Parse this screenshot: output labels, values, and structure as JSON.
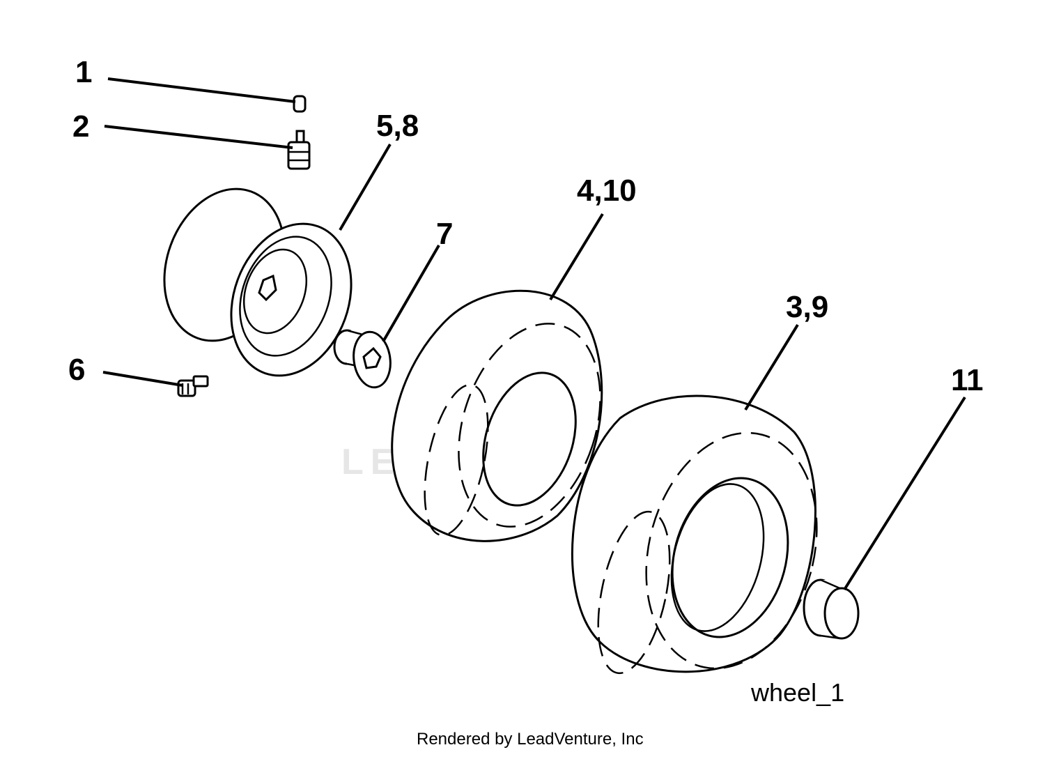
{
  "diagram": {
    "callouts": {
      "c1": "1",
      "c2": "2",
      "c58": "5,8",
      "c6": "6",
      "c7": "7",
      "c410": "4,10",
      "c39": "3,9",
      "c11": "11"
    },
    "caption": "wheel_1",
    "watermark": "LEADVENTURE",
    "footer": "Rendered by LeadVenture, Inc"
  }
}
